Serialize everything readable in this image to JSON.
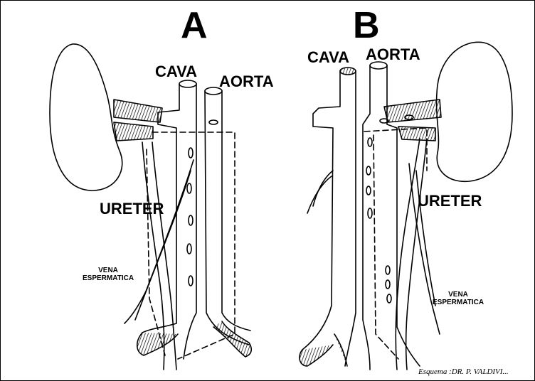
{
  "panels": {
    "a": {
      "letter": "A",
      "cava": "CAVA",
      "aorta": "AORTA",
      "ureter": "URETER",
      "vena_line1": "VENA",
      "vena_line2": "ESPERMATICA"
    },
    "b": {
      "letter": "B",
      "cava": "CAVA",
      "aorta": "AORTA",
      "ureter": "URETER",
      "vena_line1": "VENA",
      "vena_line2": "ESPERMATICA"
    }
  },
  "credit": "Esquema :DR. P. VALDIVI..."
}
